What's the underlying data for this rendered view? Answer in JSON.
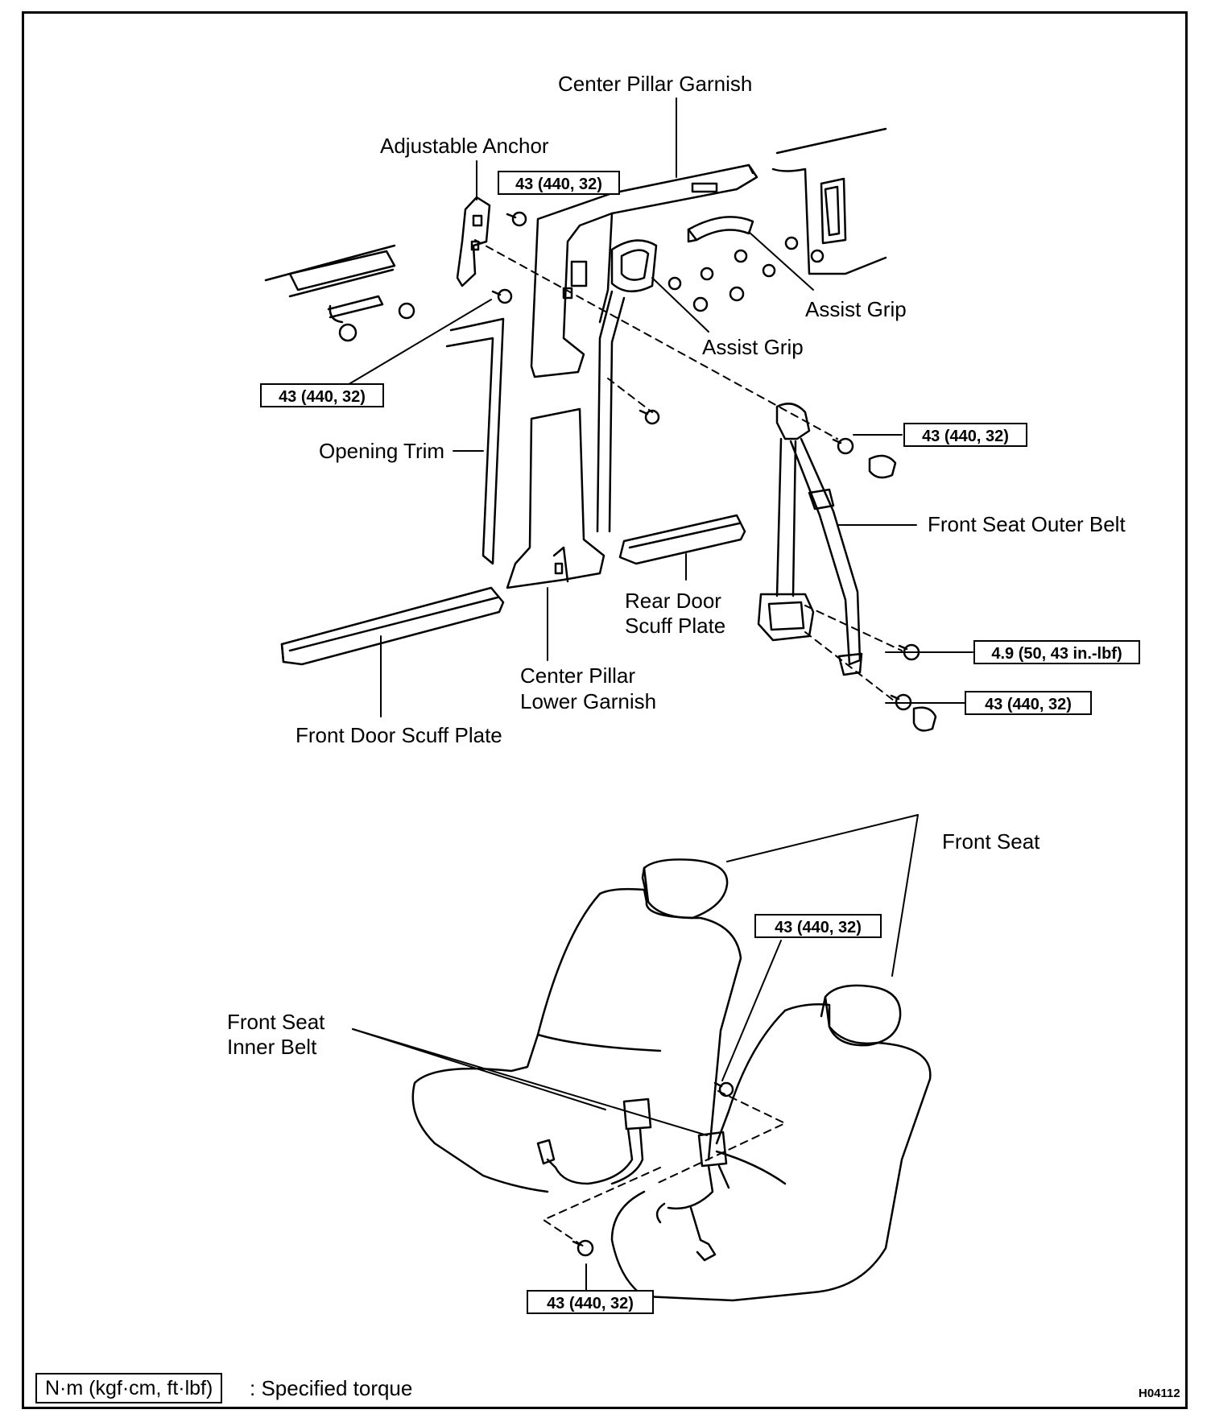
{
  "labels": {
    "center_pillar_garnish": "Center Pillar Garnish",
    "adjustable_anchor": "Adjustable Anchor",
    "assist_grip_upper": "Assist Grip",
    "assist_grip_lower": "Assist Grip",
    "opening_trim": "Opening Trim",
    "front_seat_outer_belt": "Front Seat Outer Belt",
    "rear_door_scuff_plate_1": "Rear Door",
    "rear_door_scuff_plate_2": "Scuff Plate",
    "center_pillar_lower_garnish_1": "Center Pillar",
    "center_pillar_lower_garnish_2": "Lower Garnish",
    "front_door_scuff_plate": "Front Door Scuff Plate",
    "front_seat": "Front Seat",
    "front_seat_inner_belt_1": "Front Seat",
    "front_seat_inner_belt_2": "Inner Belt"
  },
  "torques": {
    "adjustable_anchor_bolt": "43 (440, 32)",
    "left_anchor_bolt": "43 (440, 32)",
    "outer_belt_upper_bolt": "43 (440, 32)",
    "retractor_bolt": "4.9 (50, 43 in.-lbf)",
    "outer_belt_lower_bolt": "43 (440, 32)",
    "seat_inner_belt_bolt_right": "43 (440, 32)",
    "seat_inner_belt_bolt_bottom": "43 (440, 32)"
  },
  "legend": {
    "unit_box": "N·m (kgf·cm, ft·lbf)",
    "unit_text": ": Specified torque"
  },
  "figure_code": "H04112"
}
